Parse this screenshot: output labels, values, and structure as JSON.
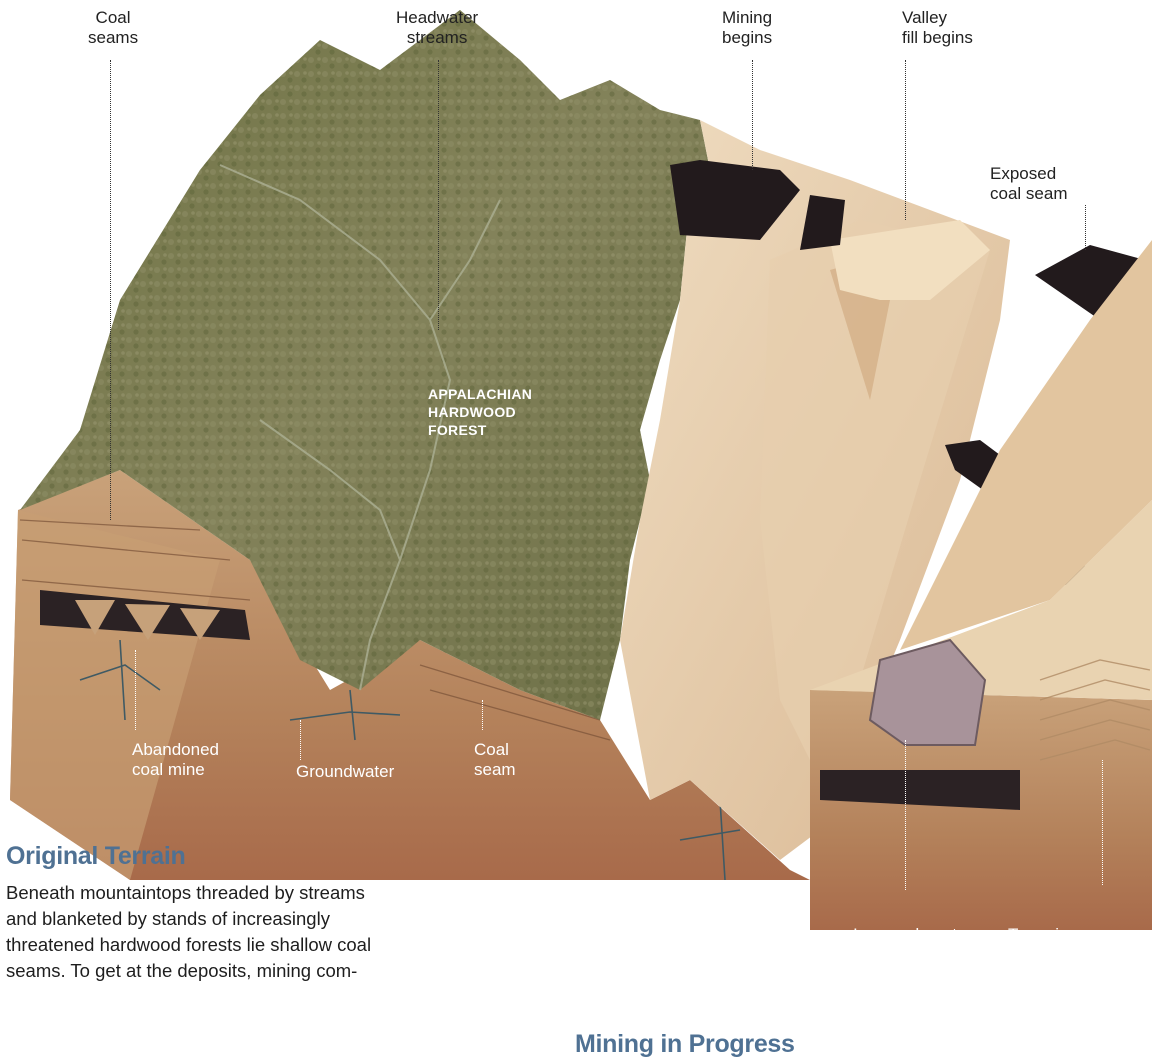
{
  "labels": {
    "coal_seams": "Coal\nseams",
    "headwater_streams": "Headwater\nstreams",
    "mining_begins": "Mining\nbegins",
    "valley_fill_begins": "Valley\nfill begins",
    "exposed_coal_seam": "Exposed\ncoal seam",
    "forest": "APPALACHIAN\nHARDWOOD\nFOREST",
    "abandoned_coal_mine": "Abandoned\ncoal mine",
    "groundwater": "Groundwater",
    "coal_seam": "Coal\nseam",
    "impoundment_pond": "Impoundment\npond",
    "terracing_valley_fill": "Terracing\nvalley-fill\ndeposits"
  },
  "sections": {
    "original_terrain_title": "Original Terrain",
    "original_terrain_caption": "Beneath mountaintops threaded by streams\nand blanketed by stands of increasingly\nthreatened hardwood forests lie shallow coal\nseams. To get at the deposits, mining com-",
    "mining_in_progress_title": "Mining in Progress"
  },
  "colors": {
    "forest": "#77784a",
    "soil": "#b98a62",
    "rock_light": "#ead3b2",
    "coal": "#221a1c",
    "pond": "#a8939a",
    "title_blue": "#4f7193"
  }
}
